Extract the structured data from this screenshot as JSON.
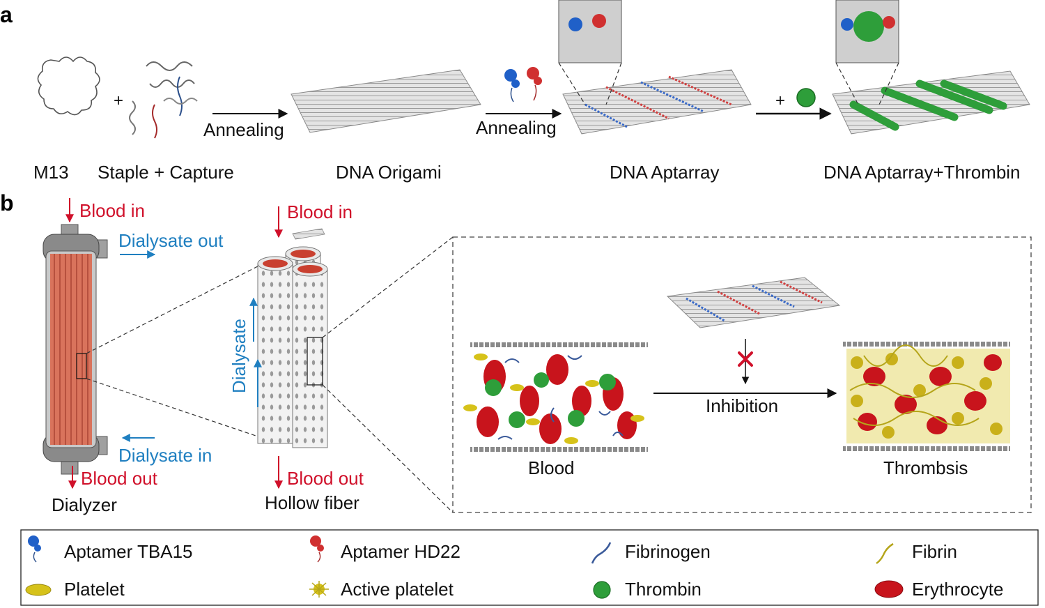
{
  "panels": {
    "a": "a",
    "b": "b"
  },
  "panel_a": {
    "plus1": "+",
    "plus2": "+",
    "annealing1": "Annealing",
    "annealing2": "Annealing",
    "labels": {
      "m13": "M13",
      "staple": "Staple + Capture",
      "origami": "DNA Origami",
      "aptarray": "DNA Aptarray",
      "aptarray_thrombin": "DNA Aptarray+Thrombin"
    }
  },
  "panel_b": {
    "dialyzer_blood_in": "Blood in",
    "dialysate_out": "Dialysate out",
    "dialysate_in": "Dialysate in",
    "dialyzer_blood_out": "Blood out",
    "dialyzer": "Dialyzer",
    "fiber_blood_in": "Blood in",
    "dialysate": "Dialysate",
    "fiber_blood_out": "Blood out",
    "hollow_fiber": "Hollow fiber",
    "blood": "Blood",
    "inhibition": "Inhibition",
    "thrombsis": "Thrombsis"
  },
  "legend": [
    {
      "label": "Aptamer TBA15",
      "icon": "aptamer-tba15-icon"
    },
    {
      "label": "Aptamer HD22",
      "icon": "aptamer-hd22-icon"
    },
    {
      "label": "Fibrinogen",
      "icon": "fibrinogen-icon"
    },
    {
      "label": "Fibrin",
      "icon": "fibrin-icon"
    },
    {
      "label": "Platelet",
      "icon": "platelet-icon"
    },
    {
      "label": "Active platelet",
      "icon": "active-platelet-icon"
    },
    {
      "label": "Thrombin",
      "icon": "thrombin-icon"
    },
    {
      "label": "Erythrocyte",
      "icon": "erythrocyte-icon"
    }
  ],
  "colors": {
    "red_text": "#d0102a",
    "blue_text": "#1f7fc0",
    "thrombin": "#2e9e3a",
    "erythrocyte": "#c8141c",
    "platelet": "#d6c21a",
    "fibrinogen": "#3a5a9a"
  }
}
